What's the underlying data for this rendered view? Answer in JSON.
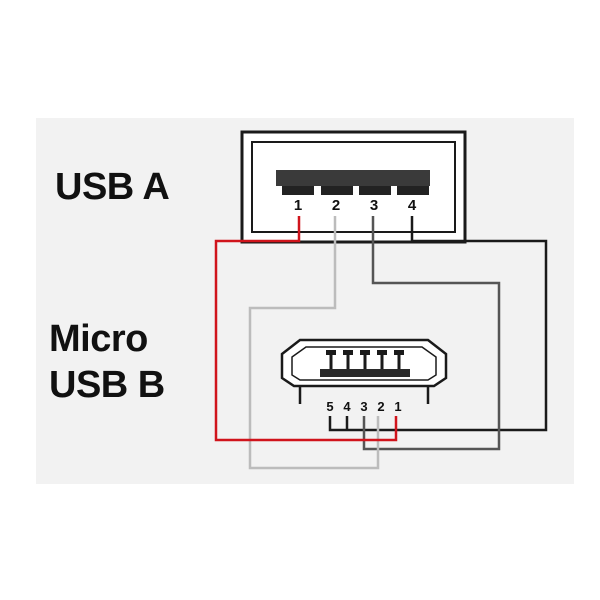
{
  "labels": {
    "usb_a": "USB A",
    "micro_line1": "Micro",
    "micro_line2": "USB B"
  },
  "usb_a_pins": [
    "1",
    "2",
    "3",
    "4"
  ],
  "micro_b_pins": [
    "5",
    "4",
    "3",
    "2",
    "1"
  ],
  "wire_colors": {
    "pin1": "#d0141c",
    "pin2": "#bcbcbc",
    "pin3": "#555555",
    "pin4": "#1a1a1a"
  }
}
